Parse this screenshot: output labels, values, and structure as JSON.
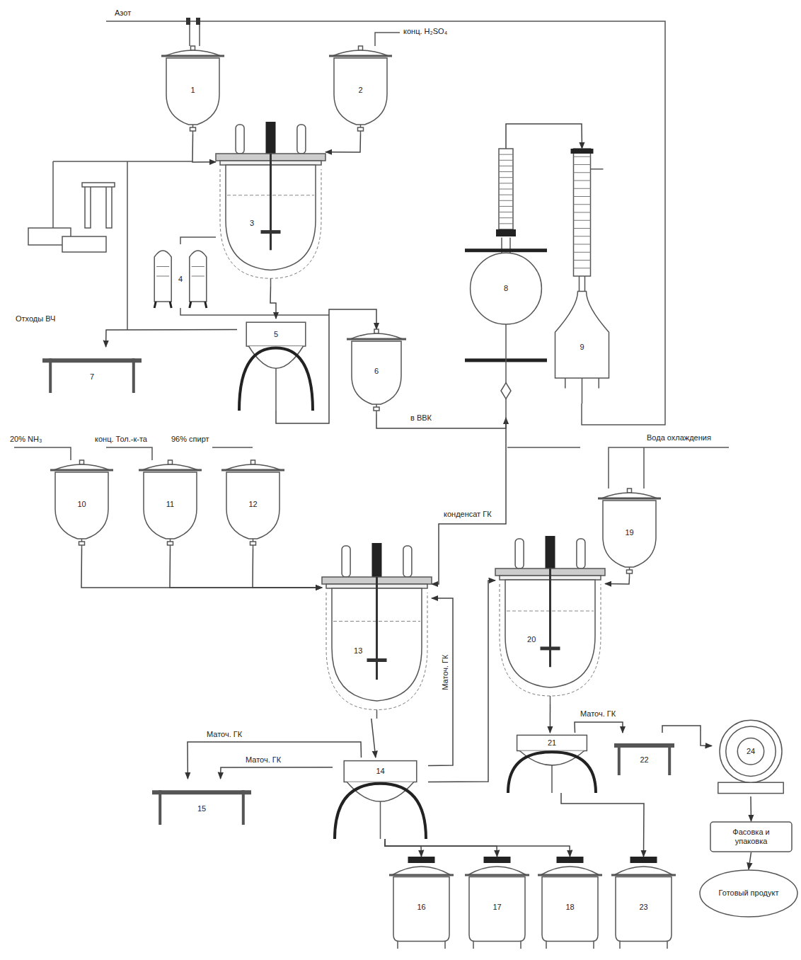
{
  "diagram": {
    "nodes": [
      {
        "text": [
          "1"
        ]
      },
      {
        "text": [
          "2"
        ]
      },
      {
        "text": [
          "3"
        ]
      },
      {
        "text": [
          "8"
        ]
      },
      {
        "text": [
          "9"
        ]
      },
      {
        "text": [
          "4"
        ]
      },
      {
        "text": [
          "5"
        ]
      },
      {
        "text": [
          "6"
        ]
      },
      {
        "text": [
          "7"
        ]
      },
      {
        "text": [
          "10"
        ]
      },
      {
        "text": [
          "11"
        ]
      },
      {
        "text": [
          "12"
        ]
      },
      {
        "text": [
          "19"
        ]
      },
      {
        "text": [
          "13"
        ]
      },
      {
        "text": [
          "20"
        ]
      },
      {
        "text": [
          "14"
        ]
      },
      {
        "text": [
          "15"
        ]
      },
      {
        "text": [
          "21"
        ]
      },
      {
        "text": [
          "22"
        ]
      },
      {
        "text": [
          "24"
        ]
      },
      {
        "text": [
          "16"
        ]
      },
      {
        "text": [
          "17"
        ]
      },
      {
        "text": [
          "18"
        ]
      },
      {
        "text": [
          "23"
        ]
      },
      {
        "text": [
          "Фасовка и упаковка"
        ]
      },
      {
        "text": [
          "Готовый продукт"
        ]
      }
    ],
    "edges": [
      {
        "from": 0,
        "to": 2,
        "arrow": "to"
      },
      {
        "from": 1,
        "to": 2,
        "arrow": "to"
      },
      {
        "from": 2,
        "to": 6,
        "arrow": "to"
      },
      {
        "from": 6,
        "to": 7,
        "arrow": "to"
      },
      {
        "from": 6,
        "to": 8,
        "arrow": "to"
      },
      {
        "from": 7,
        "to": 3,
        "arrow": "to"
      },
      {
        "from": 3,
        "to": 4,
        "arrow": "to"
      },
      {
        "from": 3,
        "to": 13,
        "label": "конденсат ГК",
        "arrow": "to"
      },
      {
        "from": 9,
        "to": 13,
        "arrow": "to"
      },
      {
        "from": 10,
        "to": 13,
        "arrow": "to"
      },
      {
        "from": 11,
        "to": 13,
        "arrow": "to"
      },
      {
        "from": 12,
        "to": 14,
        "arrow": "to"
      },
      {
        "from": 13,
        "to": 15,
        "arrow": "to"
      },
      {
        "from": 15,
        "to": 16,
        "label": "Маточ. ГК",
        "arrow": "to"
      },
      {
        "from": 15,
        "to": 16,
        "label": "Маточ. ГК",
        "arrow": "to"
      },
      {
        "from": 15,
        "to": 13,
        "label": "Маточ. ГК",
        "arrow": "to"
      },
      {
        "from": 15,
        "to": 14,
        "arrow": "to"
      },
      {
        "from": 15,
        "to": 20,
        "arrow": "to"
      },
      {
        "from": 15,
        "to": 21,
        "arrow": "to"
      },
      {
        "from": 15,
        "to": 22,
        "arrow": "to"
      },
      {
        "from": 14,
        "to": 17,
        "arrow": "to"
      },
      {
        "from": 17,
        "to": 18,
        "label": "Маточ. ГК",
        "arrow": "to"
      },
      {
        "from": 18,
        "to": 19,
        "arrow": "to"
      },
      {
        "from": 17,
        "to": 23,
        "arrow": "to"
      },
      {
        "from": 19,
        "to": 24,
        "arrow": "to"
      },
      {
        "from": 24,
        "to": 25,
        "arrow": "to"
      }
    ],
    "labels": [
      "Азот",
      "конц. H₂SO₄",
      "Отходы ВЧ",
      "в ВВК",
      "20% NH₃",
      "конц. Тол.-к-та",
      "96% спирт",
      "Вода охлаждения"
    ]
  }
}
